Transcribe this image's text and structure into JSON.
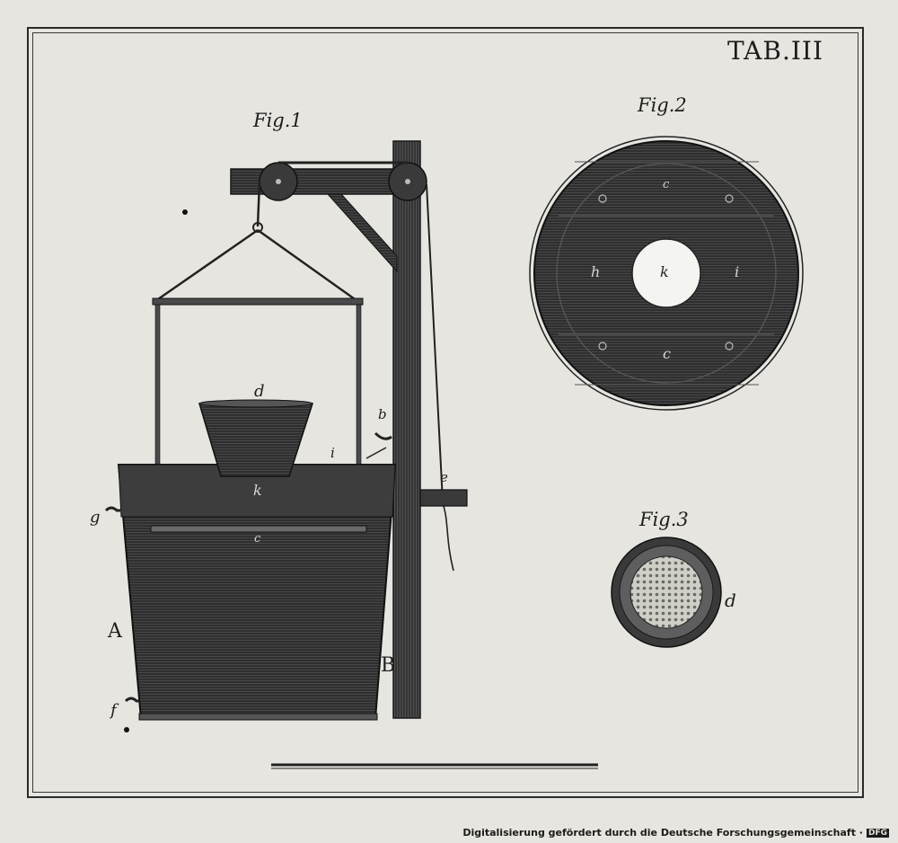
{
  "plate": {
    "title": "TAB.III",
    "figures": [
      {
        "id": "fig1",
        "label": "Fig.1"
      },
      {
        "id": "fig2",
        "label": "Fig.2"
      },
      {
        "id": "fig3",
        "label": "Fig.3"
      }
    ]
  },
  "fig1_letters": {
    "d": "d",
    "b": "b",
    "i": "i",
    "e": "e",
    "k": "k",
    "g": "g",
    "c": "c",
    "A": "A",
    "B": "B",
    "f": "f"
  },
  "fig2_letters": {
    "c_top": "c",
    "h": "h",
    "k": "k",
    "i": "i",
    "c_bottom": "c"
  },
  "fig3_letters": {
    "d": "d"
  },
  "footer": {
    "credit": "Digitalisierung gefördert durch die Deutsche Forschungsgemeinschaft ·",
    "badge": "DFG"
  },
  "colors": {
    "paper": "#e6e5e0",
    "ink": "#1d1d1d",
    "hatch": "#3b3b3b"
  }
}
